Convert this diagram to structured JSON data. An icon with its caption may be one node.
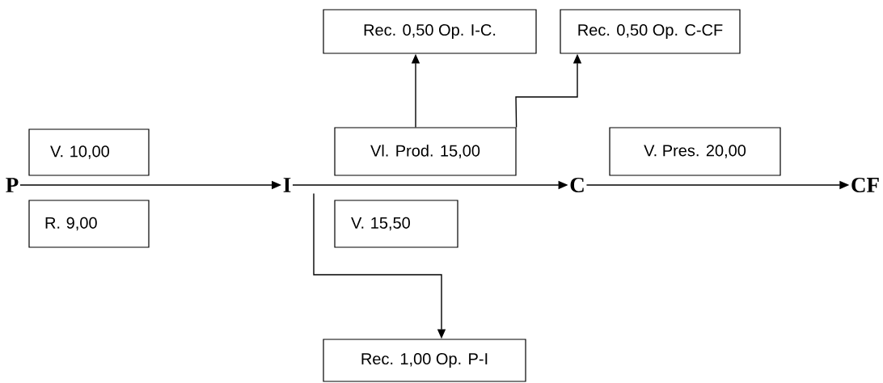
{
  "diagram": {
    "nodes": [
      {
        "text": [
          "Rec. 0,50 Op. I-C."
        ]
      },
      {
        "text": [
          "Rec. 0,50 Op. C-CF"
        ]
      },
      {
        "text": [
          "V. 10,00"
        ]
      },
      {
        "text": [
          "Vl. Prod. 15,00"
        ]
      },
      {
        "text": [
          "V. Pres. 20,00"
        ]
      },
      {
        "text": [
          "P"
        ]
      },
      {
        "text": [
          "I"
        ]
      },
      {
        "text": [
          "C"
        ]
      },
      {
        "text": [
          "CF"
        ]
      },
      {
        "text": [
          "R. 9,00"
        ]
      },
      {
        "text": [
          "V. 15,50"
        ]
      },
      {
        "text": [
          "Rec. 1,00 Op. P-I"
        ]
      }
    ],
    "edges": [
      {
        "from": 5,
        "to": 6,
        "arrow": "to"
      },
      {
        "from": 6,
        "to": 7,
        "arrow": "to"
      },
      {
        "from": 7,
        "to": 8,
        "arrow": "to"
      },
      {
        "from": 3,
        "to": 0,
        "arrow": "to"
      },
      {
        "from": 3,
        "to": 1,
        "arrow": "to"
      },
      {
        "from": 6,
        "to": 11,
        "arrow": "to"
      }
    ]
  }
}
